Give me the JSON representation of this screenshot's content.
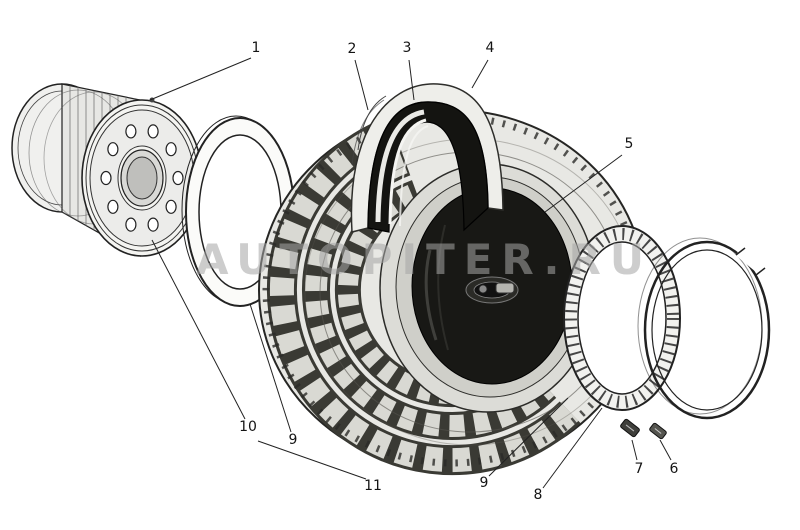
{
  "diagram": {
    "watermark": "AUTOPITER.RU",
    "callouts": [
      {
        "label": "1"
      },
      {
        "label": "2"
      },
      {
        "label": "3"
      },
      {
        "label": "4"
      },
      {
        "label": "5"
      },
      {
        "label": "6"
      },
      {
        "label": "7"
      },
      {
        "label": "8"
      },
      {
        "label": "9"
      },
      {
        "label": "9"
      },
      {
        "label": "10"
      },
      {
        "label": "11"
      }
    ],
    "colors": {
      "ink": "#1c1c1a",
      "paper": "#ffffff",
      "watermark": "#a6a6a6",
      "tube_dark": "#15150f",
      "tread_dark": "#3a3a34",
      "metal_light": "#f2f2ef"
    }
  }
}
